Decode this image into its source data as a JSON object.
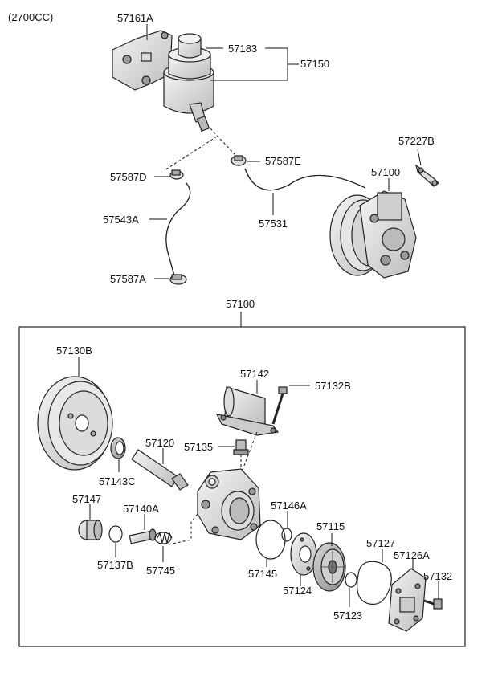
{
  "engine_note": "(2700CC)",
  "labels": {
    "p57161A": "57161A",
    "p57183": "57183",
    "p57150": "57150",
    "p57227B": "57227B",
    "p57587E": "57587E",
    "p57100_top": "57100",
    "p57587D": "57587D",
    "p57543A": "57543A",
    "p57531": "57531",
    "p57587A": "57587A",
    "p57100_box": "57100",
    "p57130B": "57130B",
    "p57142": "57142",
    "p57132B": "57132B",
    "p57120": "57120",
    "p57135": "57135",
    "p57143C": "57143C",
    "p57147": "57147",
    "p57140A": "57140A",
    "p57146A": "57146A",
    "p57115": "57115",
    "p57137B": "57137B",
    "p57745": "57745",
    "p57145": "57145",
    "p57127": "57127",
    "p57126A": "57126A",
    "p57132": "57132",
    "p57124": "57124",
    "p57123": "57123"
  }
}
